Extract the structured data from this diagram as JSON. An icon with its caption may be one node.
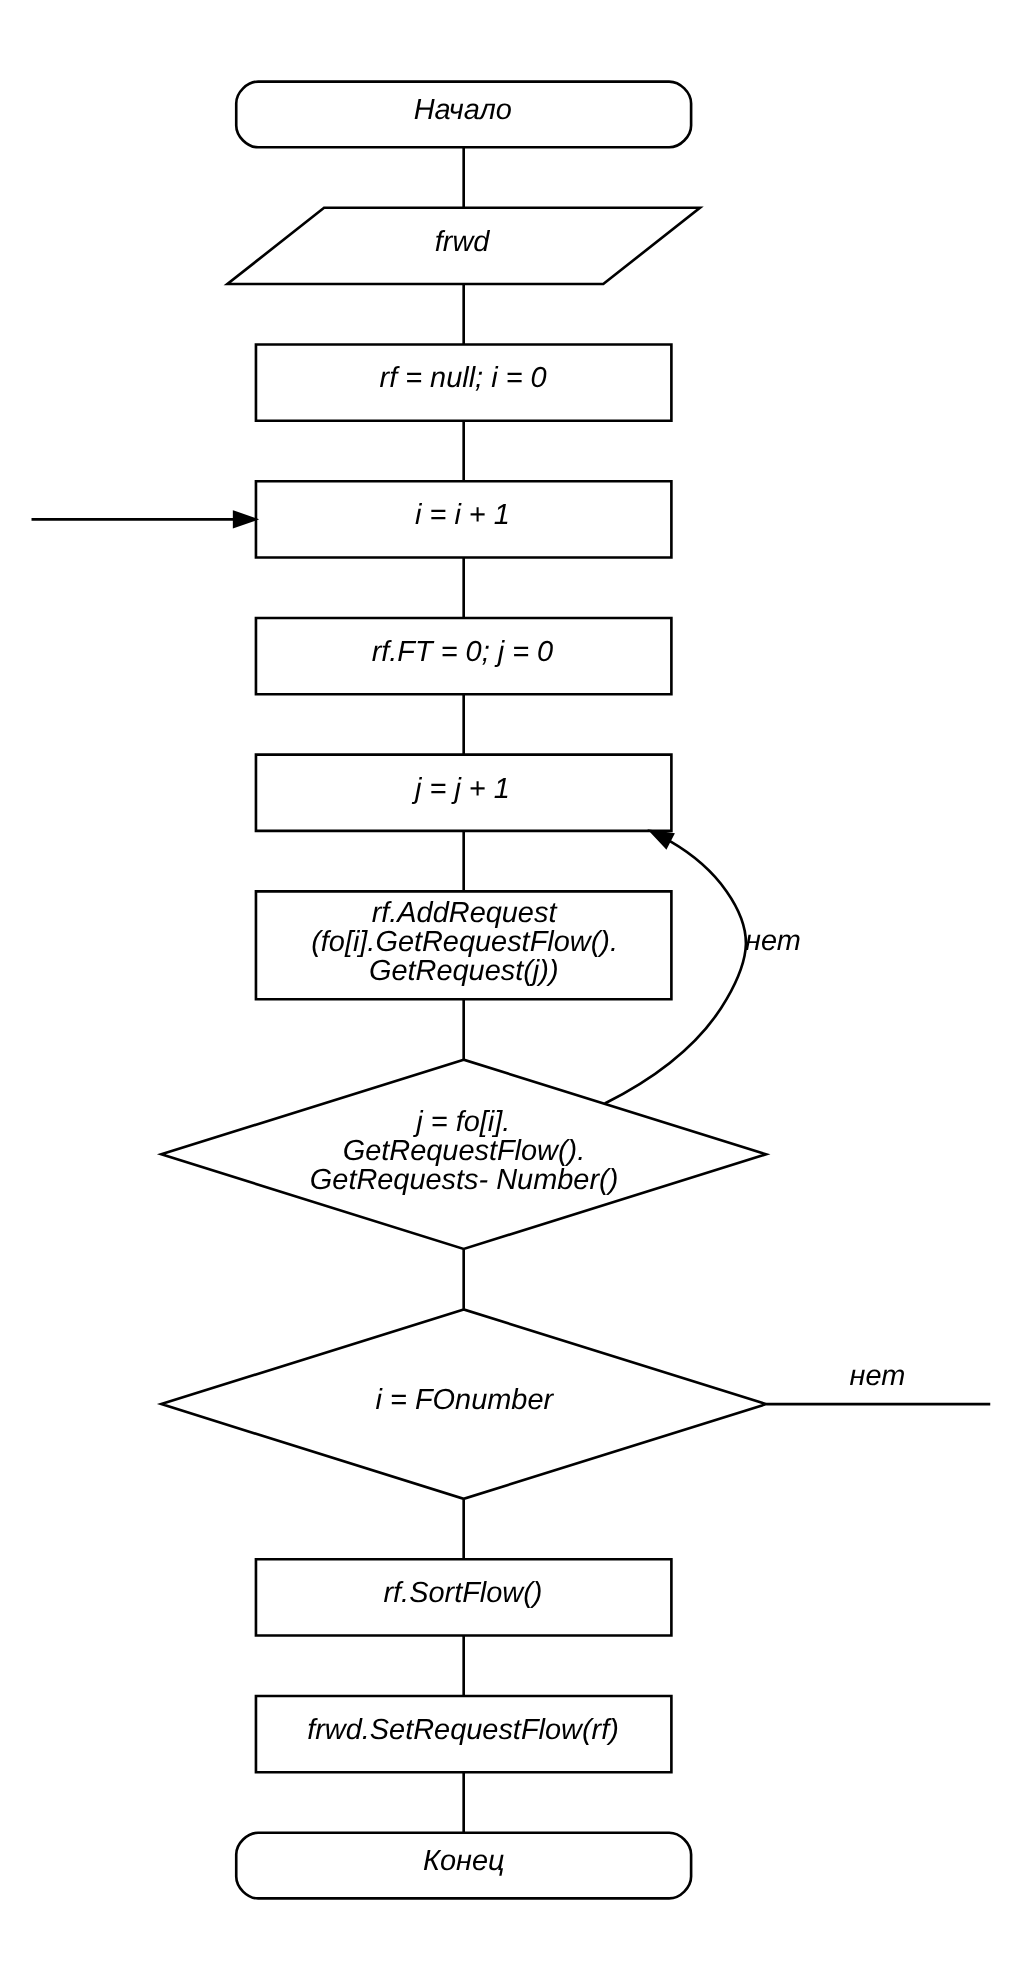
{
  "diagram": {
    "nodes": [
      {
        "text": [
          "Начало"
        ]
      },
      {
        "text": [
          "frwd"
        ]
      },
      {
        "text": [
          "rf = null; i = 0"
        ]
      },
      {
        "text": [
          "i = i + 1"
        ]
      },
      {
        "text": [
          "rf.FT = 0; j = 0"
        ]
      },
      {
        "text": [
          "j = j + 1"
        ]
      },
      {
        "text": [
          "rf.AddRequest (fo[i].GetRequestFlow(). GetRequest(j))"
        ]
      },
      {
        "text": [
          "j = fo[i]. GetRequestFlow(). GetRequests- Number()"
        ]
      },
      {
        "text": [
          "i = FOnumber"
        ]
      },
      {
        "text": [
          "rf.SortFlow()"
        ]
      },
      {
        "text": [
          "frwd.SetRequestFlow(rf)"
        ]
      },
      {
        "text": [
          "Конец"
        ]
      }
    ],
    "edges": [
      {
        "from": 0,
        "to": 1,
        "arrow": "none"
      },
      {
        "from": 1,
        "to": 2,
        "arrow": "none"
      },
      {
        "from": 2,
        "to": 3,
        "arrow": "none"
      },
      {
        "from": 3,
        "to": 4,
        "arrow": "none"
      },
      {
        "from": 4,
        "to": 5,
        "arrow": "none"
      },
      {
        "from": 5,
        "to": 6,
        "arrow": "none"
      },
      {
        "from": 6,
        "to": 7,
        "arrow": "none"
      },
      {
        "from": 7,
        "to": 5,
        "arrow": "to",
        "label": "нет"
      },
      {
        "from": 7,
        "to": 8,
        "arrow": "none"
      },
      {
        "from": 8,
        "to": null,
        "arrow": "none",
        "label": "нет"
      },
      {
        "from": null,
        "to": 3,
        "arrow": "to"
      },
      {
        "from": 8,
        "to": 9,
        "arrow": "none"
      },
      {
        "from": 9,
        "to": 10,
        "arrow": "none"
      },
      {
        "from": 10,
        "to": 11,
        "arrow": "none"
      }
    ]
  }
}
